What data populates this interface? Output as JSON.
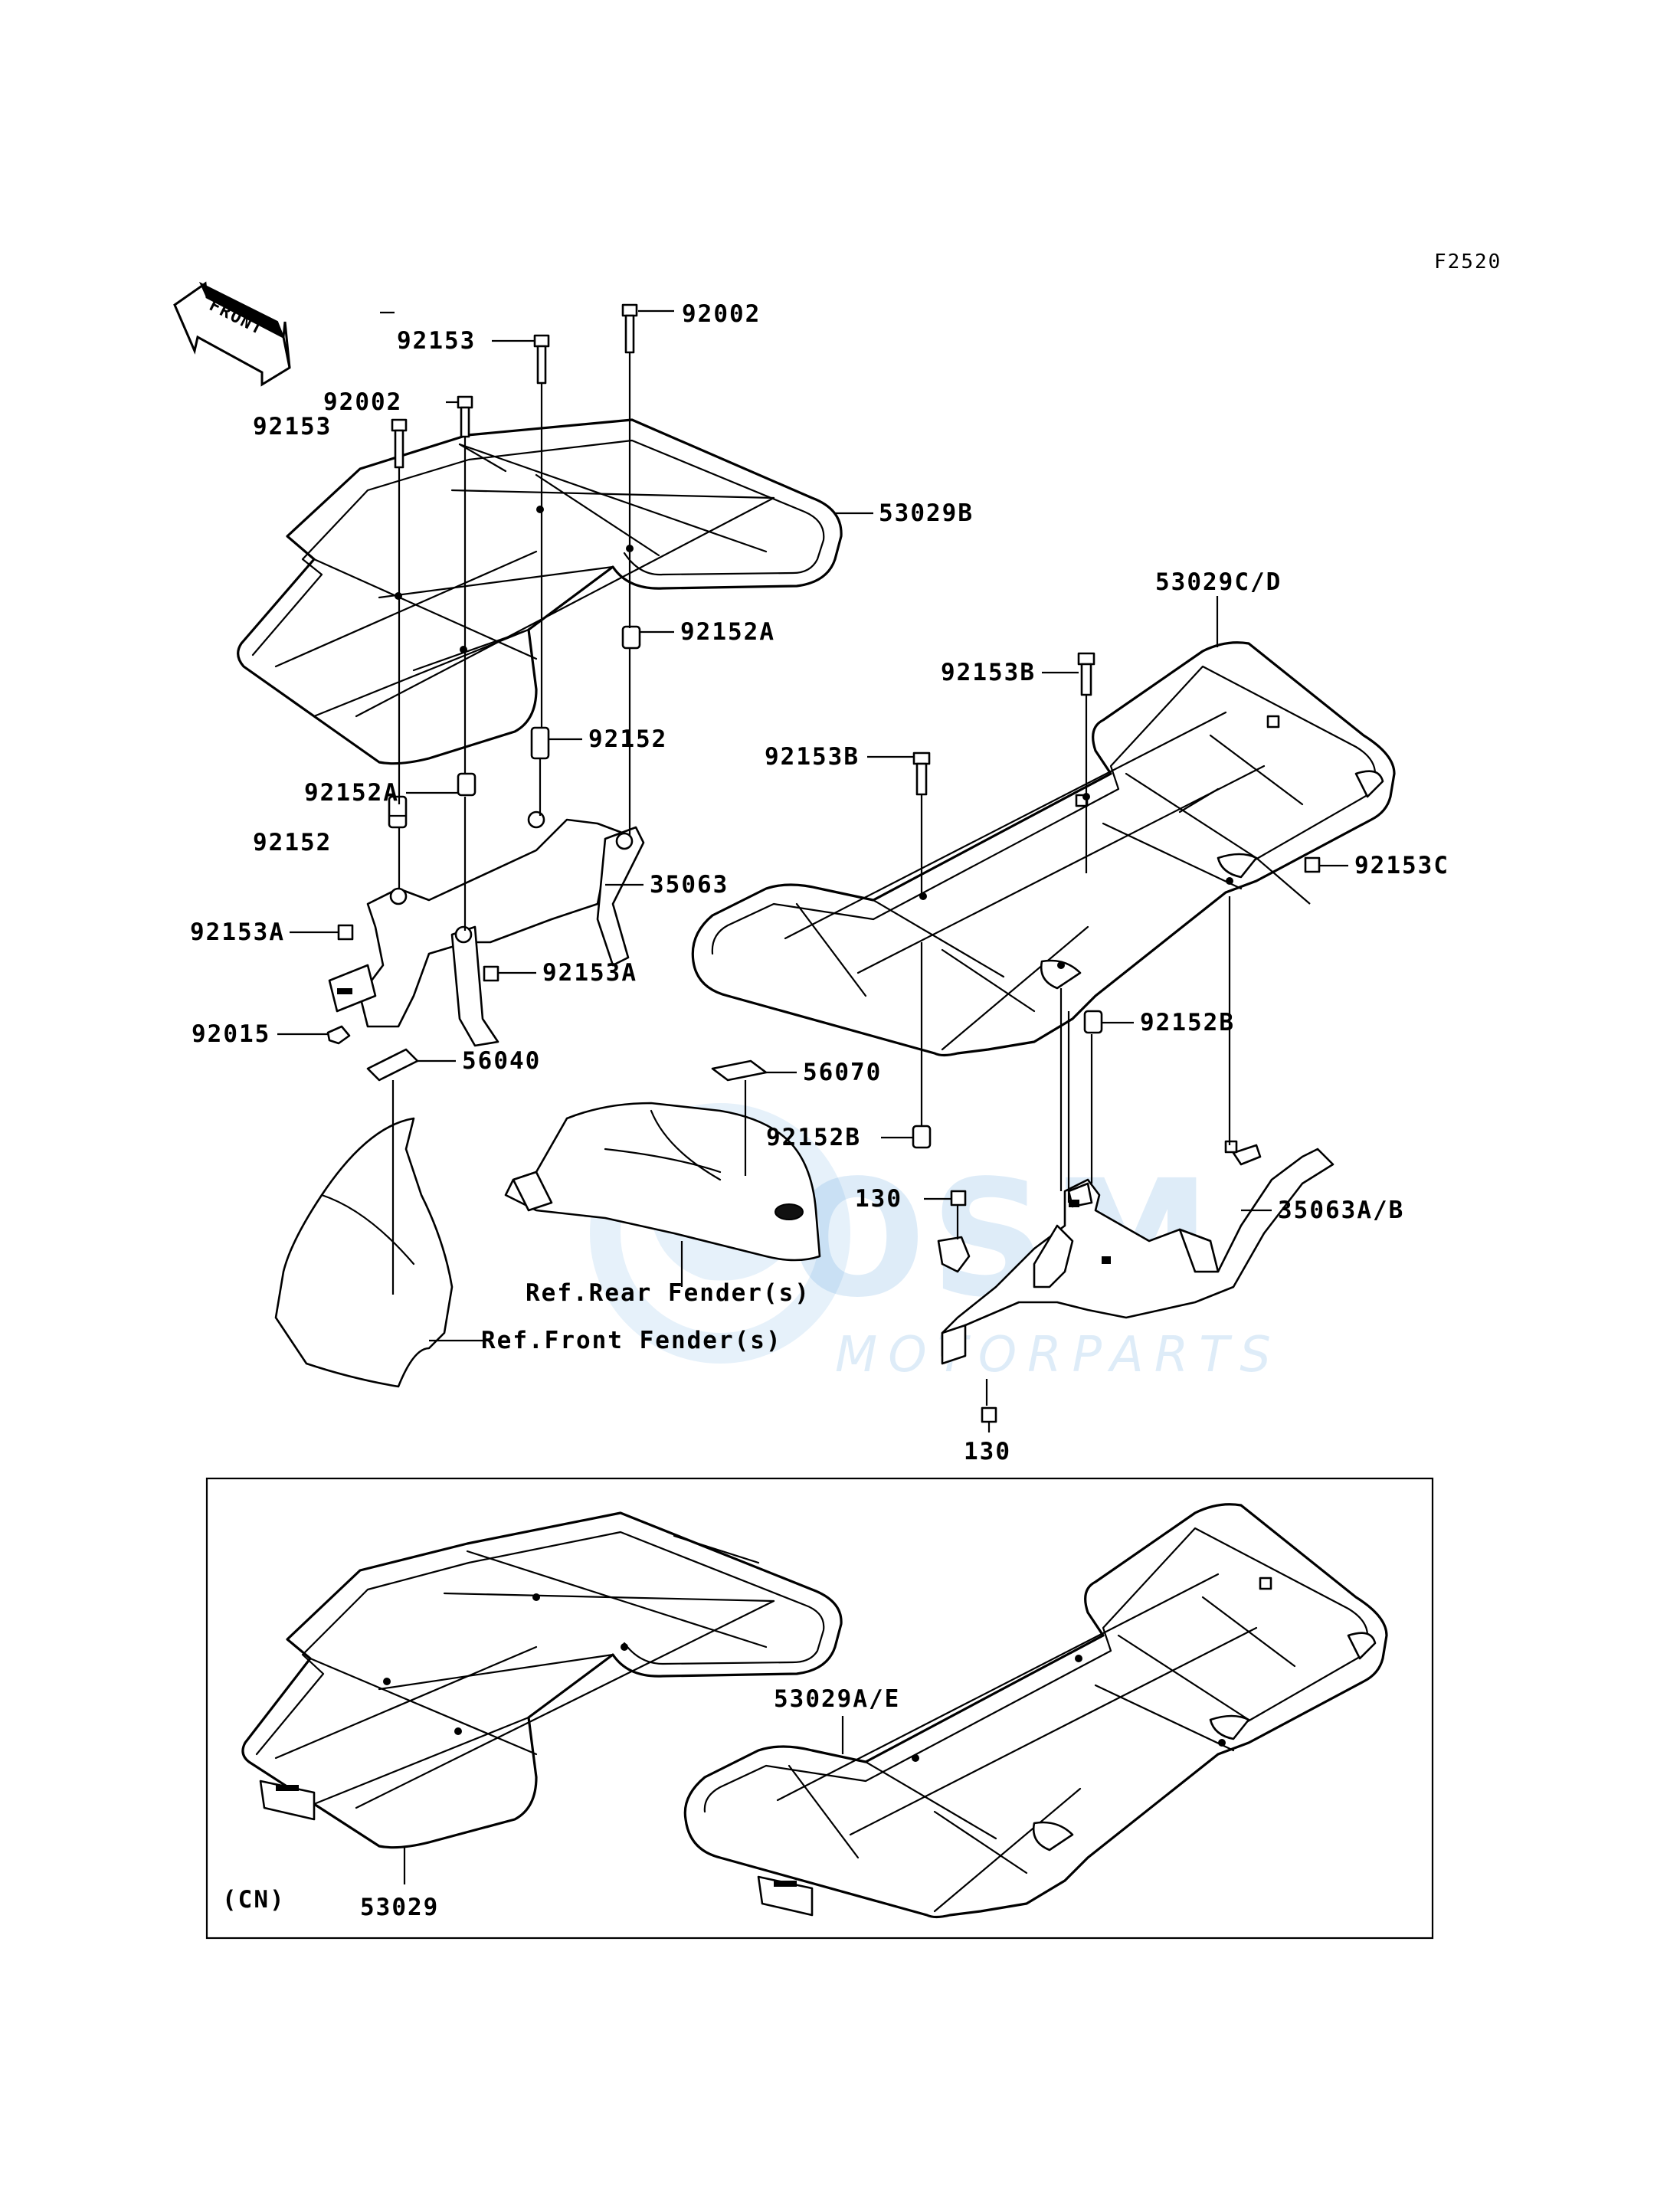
{
  "figure_code": "F2520",
  "front_arrow": {
    "text": "FRONT"
  },
  "callouts": {
    "c92002_top": "92002",
    "c92153_top": "92153",
    "c92002_left": "92002",
    "c92153_left": "92153",
    "c53029B": "53029B",
    "c92152A_right": "92152A",
    "c92152_mid": "92152",
    "c92152A_left": "92152A",
    "c92152_left": "92152",
    "c35063": "35063",
    "c92153A_left": "92153A",
    "c92153A_right": "92153A",
    "c92015": "92015",
    "c56040": "56040",
    "c56070": "56070",
    "c53029CD": "53029C/D",
    "c92153B_top": "92153B",
    "c92153B_left": "92153B",
    "c92153C": "92153C",
    "c92152B_right": "92152B",
    "c92152B_left": "92152B",
    "c130_top": "130",
    "c35063AB": "35063A/B",
    "c130_bottom": "130",
    "ref_rear": "Ref.Rear Fender(s)",
    "ref_front": "Ref.Front Fender(s)"
  },
  "inset": {
    "region": "(CN)",
    "c53029AE": "53029A/E",
    "c53029": "53029"
  },
  "watermark": {
    "logo": "OSM",
    "sub": "MOTORPARTS",
    "color": "#3a8fd6"
  }
}
